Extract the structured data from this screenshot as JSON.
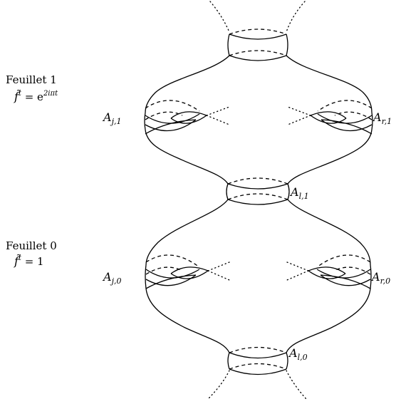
{
  "sheet_1": {
    "title": "Feuillet 1",
    "formula_base": "f̃",
    "formula_sup": "t",
    "formula_eq": " = e",
    "formula_exp": "2iπt"
  },
  "sheet_0": {
    "title": "Feuillet 0",
    "formula_base": "f̃",
    "formula_sup": "t",
    "formula_rest": " = 1"
  },
  "labels": {
    "a_j1": {
      "main": "A",
      "sub": "j,1"
    },
    "a_r1": {
      "main": "A",
      "sub": "r,1"
    },
    "a_l1": {
      "main": "A",
      "sub": "l,1"
    },
    "a_j0": {
      "main": "A",
      "sub": "j,0"
    },
    "a_r0": {
      "main": "A",
      "sub": "r,0"
    },
    "a_l0": {
      "main": "A",
      "sub": "l,0"
    }
  }
}
